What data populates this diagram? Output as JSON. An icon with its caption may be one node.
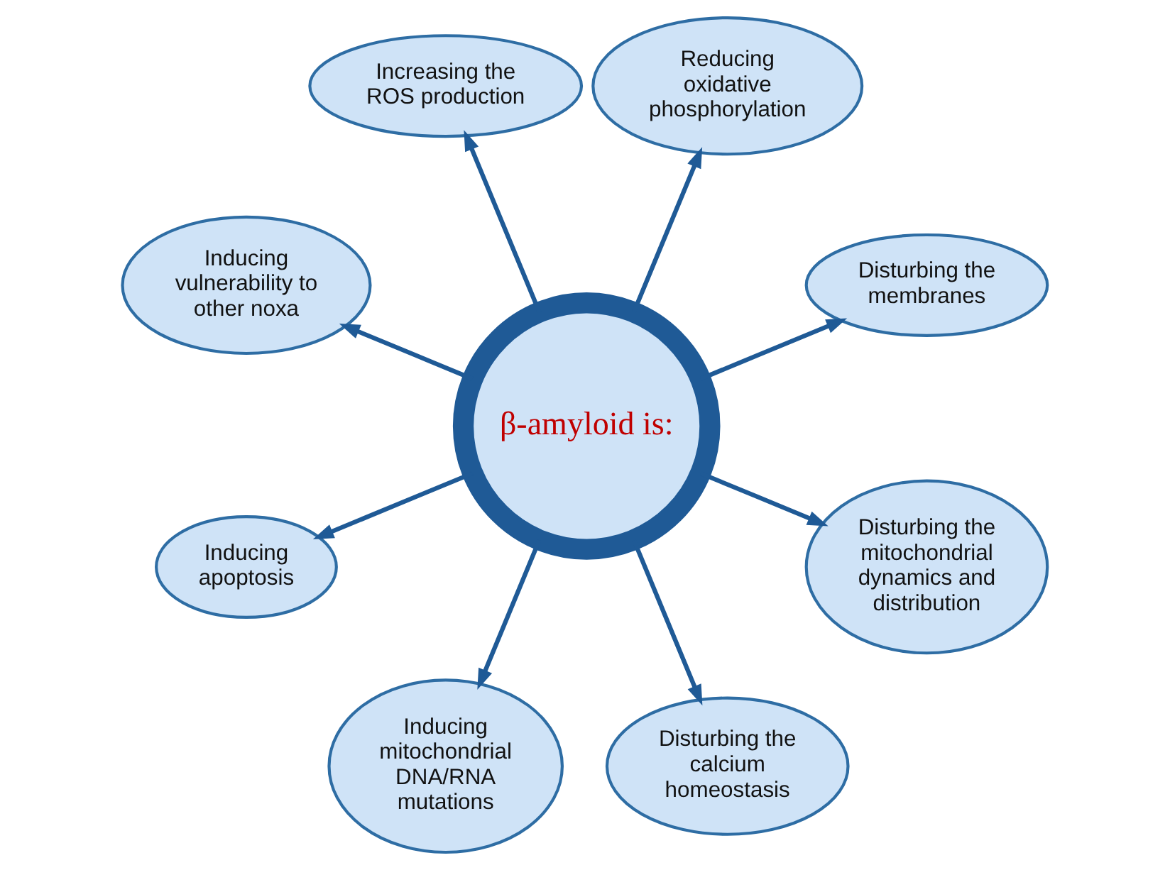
{
  "diagram": {
    "nodes": [
      {
        "text": [
          "β-amyloid is:"
        ]
      },
      {
        "text": [
          "Disturbing the membranes"
        ]
      },
      {
        "text": [
          "Reducing oxidative phosphorylation"
        ]
      },
      {
        "text": [
          "Increasing the ROS production"
        ]
      },
      {
        "text": [
          "Inducing vulnerability to other noxa"
        ]
      },
      {
        "text": [
          "Inducing apoptosis"
        ]
      },
      {
        "text": [
          "Inducing mitochondrial DNA/RNA mutations"
        ]
      },
      {
        "text": [
          "Disturbing the calcium homeostasis"
        ]
      },
      {
        "text": [
          "Disturbing the mitochondrial dynamics and distribution"
        ]
      }
    ],
    "edges": [
      {
        "from": 0,
        "to": 1,
        "arrow": "to"
      },
      {
        "from": 0,
        "to": 3,
        "arrow": "to"
      },
      {
        "from": 0,
        "to": 5,
        "arrow": "to"
      },
      {
        "from": 0,
        "to": 7,
        "arrow": "to"
      },
      {
        "from": 0,
        "to": 8,
        "arrow": "to"
      },
      {
        "from": 0,
        "to": 6,
        "arrow": "to"
      },
      {
        "from": 0,
        "to": 4,
        "arrow": "to"
      },
      {
        "from": 0,
        "to": 2,
        "arrow": "to"
      }
    ]
  }
}
